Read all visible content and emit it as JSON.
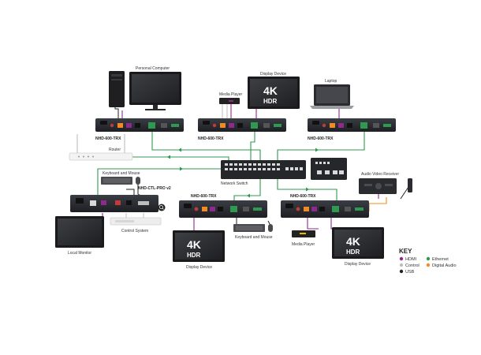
{
  "labels": {
    "personal_computer": "Personal Computer",
    "display_device_top": "Display Device",
    "laptop": "Laptop",
    "media_player_top": "Media Player",
    "nhd_trx_1": "NHD-600-TRX",
    "nhd_trx_2": "NHD-600-TRX",
    "nhd_trx_3": "NHD-600-TRX",
    "nhd_trx_4": "NHD-600-TRX",
    "nhd_trx_5": "NHD-600-TRX",
    "router": "Router",
    "keyboard_mouse_top": "Keyboard and Mouse",
    "network_switch": "Network Switch",
    "audio_video_receiver": "Audio Video Receiver",
    "nhd_ctl_pro": "NHD-CTL-PRO v2",
    "control_system": "Control System",
    "local_monitor": "Local Monitor",
    "keyboard_mouse_bottom": "Keyboard and Mouse",
    "media_player_bottom": "Media Player",
    "display_device_bl": "Display Device",
    "display_device_br": "Display Device",
    "badge_4k": "4K",
    "badge_hdr": "HDR"
  },
  "key": {
    "title": "KEY",
    "items": [
      {
        "label": "HDMI",
        "color": "#8e2a8e"
      },
      {
        "label": "Control",
        "color": "#bdbdbd"
      },
      {
        "label": "USB",
        "color": "#222222"
      },
      {
        "label": "Ethernet",
        "color": "#2e9a4f"
      },
      {
        "label": "Digital Audio",
        "color": "#f08a24"
      }
    ]
  },
  "colors": {
    "hdmi": "#8e2a8e",
    "control": "#bdbdbd",
    "usb": "#222222",
    "ethernet": "#2e9a4f",
    "audio": "#f08a24"
  }
}
